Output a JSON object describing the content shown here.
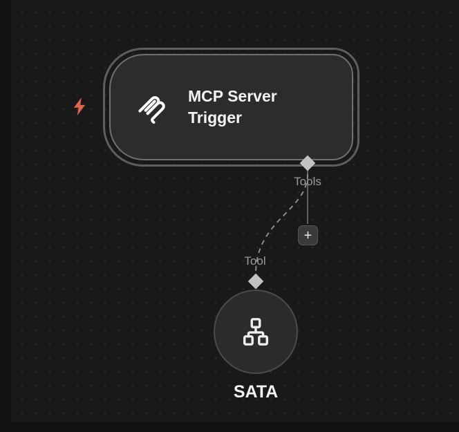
{
  "canvas": {
    "background_color": "#191919",
    "dot_color": "#2d2d2d"
  },
  "bolt": {
    "icon": "lightning-bolt-icon",
    "color": "#e0674e"
  },
  "trigger_node": {
    "title": "MCP Server Trigger",
    "icon": "mcp-logo-icon",
    "selected": true,
    "output_endpoint": {
      "label": "Tools",
      "shape": "diamond"
    }
  },
  "add_button": {
    "label": "+"
  },
  "connection": {
    "style": "dashed",
    "from_endpoint": "Tools",
    "to_endpoint": "Tool"
  },
  "tool_node": {
    "title": "SATA",
    "icon": "sitemap-icon",
    "input_endpoint": {
      "label": "Tool",
      "shape": "diamond"
    }
  },
  "colors": {
    "node_fill": "#2c2c2c",
    "node_border": "#707070",
    "selection_outline": "#5e5e5e",
    "endpoint_fill": "#c2c2c2",
    "label_text": "#9a9a9a",
    "title_text": "#f4f4f4"
  }
}
